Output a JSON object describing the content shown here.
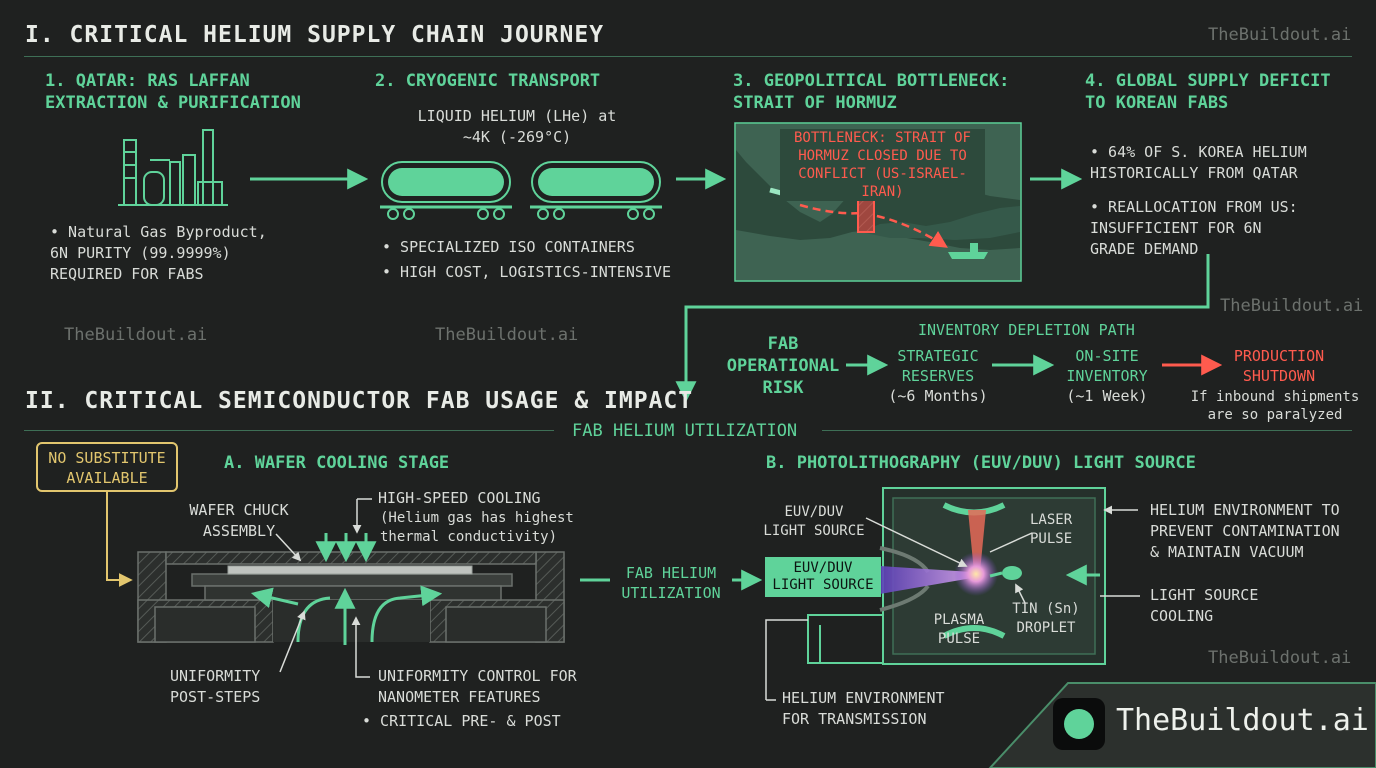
{
  "watermark": "TheBuildout.ai",
  "section1": {
    "title": "I. CRITICAL HELIUM SUPPLY CHAIN JOURNEY",
    "step1": {
      "heading": "1. QATAR: RAS LAFFAN\nEXTRACTION & PURIFICATION",
      "bullet": "• Natural Gas Byproduct,\n  6N PURITY (99.9999%)\n  REQUIRED FOR FABS"
    },
    "step2": {
      "heading": "2. CRYOGENIC TRANSPORT",
      "subtitle": "LIQUID HELIUM (LHe) at\n~4K (-269°C)",
      "bullet1": "• SPECIALIZED ISO CONTAINERS",
      "bullet2": "• HIGH COST, LOGISTICS-INTENSIVE"
    },
    "step3": {
      "heading": "3. GEOPOLITICAL BOTTLENECK:\n   STRAIT OF HORMUZ",
      "map_label": "BOTTLENECK: STRAIT OF\nHORMUZ CLOSED DUE TO\nCONFLICT (US-ISRAEL-IRAN)"
    },
    "step4": {
      "heading": "4. GLOBAL SUPPLY DEFICIT\nTO KOREAN FABS",
      "bullet1": "• 64% OF S. KOREA HELIUM\n  HISTORICALLY FROM QATAR",
      "bullet2": "• REALLOCATION FROM US:\n  INSUFFICIENT FOR 6N\n  GRADE DEMAND"
    }
  },
  "risk": {
    "fab_risk": "FAB\nOPERATIONAL\nRISK",
    "path_title": "INVENTORY DEPLETION PATH",
    "strategic": "STRATEGIC\nRESERVES",
    "strategic_time": "(~6 Months)",
    "onsite": "ON-SITE\nINVENTORY",
    "onsite_time": "(~1 Week)",
    "shutdown": "PRODUCTION\nSHUTDOWN",
    "shutdown_note": "If inbound shipments\nare so paralyzed"
  },
  "section2": {
    "title": "II. CRITICAL SEMICONDUCTOR FAB USAGE & IMPACT",
    "utilization_header": "FAB HELIUM UTILIZATION",
    "no_substitute": "NO SUBSTITUTE\nAVAILABLE",
    "stageA": {
      "heading": "A. WAFER COOLING STAGE",
      "chuck": "WAFER CHUCK\nASSEMBLY",
      "cooling_title": "HIGH-SPEED COOLING",
      "cooling_note": "(Helium gas has highest\nthermal conductivity)",
      "uniformity": "UNIFORMITY\nPOST-STEPS",
      "control": "UNIFORMITY CONTROL FOR\nNANOMETER FEATURES",
      "critical": "• CRITICAL PRE- & POST"
    },
    "center_label": "FAB HELIUM\nUTILIZATION",
    "stageB": {
      "heading": "B. PHOTOLITHOGRAPHY (EUV/DUV) LIGHT SOURCE",
      "euv_label": "EUV/DUV\nLIGHT SOURCE",
      "euv_box": "EUV/DUV\nLIGHT SOURCE",
      "laser": "LASER\nPULSE",
      "plasma": "PLASMA\nPULSE",
      "tin": "TIN (Sn)\nDROPLET",
      "env_contam": "HELIUM ENVIRONMENT TO\nPREVENT CONTAMINATION\n& MAINTAIN VACUUM",
      "cooling": "LIGHT SOURCE\nCOOLING",
      "transmission": "HELIUM ENVIRONMENT\nFOR TRANSMISSION"
    }
  },
  "brand": {
    "name": "TheBuildout.ai"
  },
  "colors": {
    "accent": "#5fd39a",
    "alert": "#ff5b4e",
    "warn": "#e2c66e",
    "background": "#1f2120"
  }
}
